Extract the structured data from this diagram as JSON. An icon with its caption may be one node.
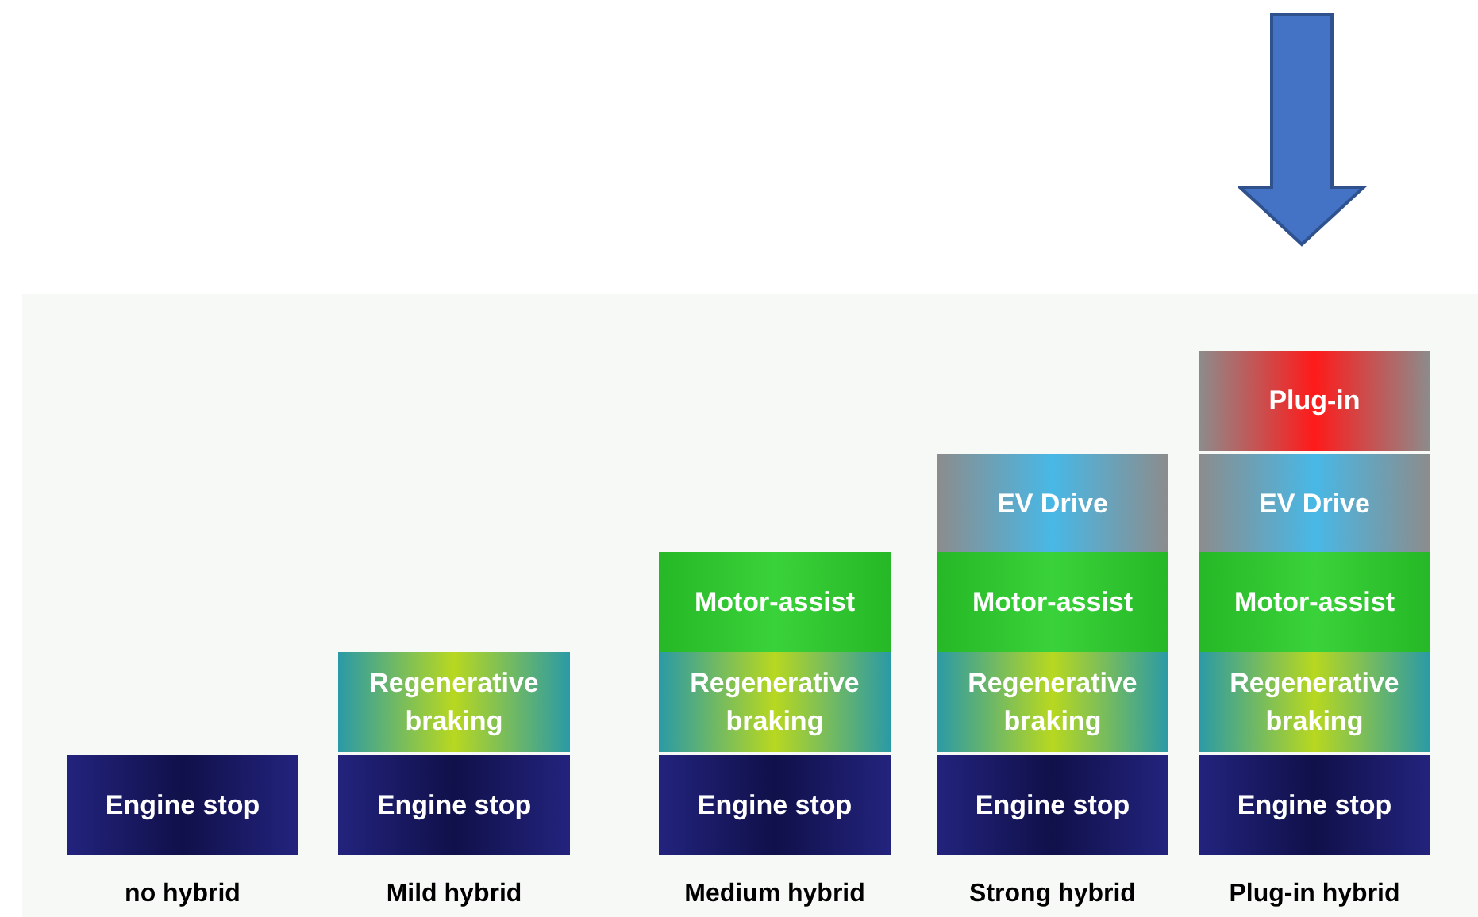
{
  "diagram": {
    "nodes": [
      {
        "text": [
          "Engine stop"
        ]
      },
      {
        "text": [
          "Regenerative braking"
        ]
      },
      {
        "text": [
          "Engine stop"
        ]
      },
      {
        "text": [
          "Motor-assist"
        ]
      },
      {
        "text": [
          "Regenerative braking"
        ]
      },
      {
        "text": [
          "Engine stop"
        ]
      },
      {
        "text": [
          "EV Drive"
        ]
      },
      {
        "text": [
          "Motor-assist"
        ]
      },
      {
        "text": [
          "Regenerative braking"
        ]
      },
      {
        "text": [
          "Engine stop"
        ]
      },
      {
        "text": [
          "Plug-in"
        ]
      },
      {
        "text": [
          "EV Drive"
        ]
      },
      {
        "text": [
          "Motor-assist"
        ]
      },
      {
        "text": [
          "Regenerative braking"
        ]
      },
      {
        "text": [
          "Engine stop"
        ]
      }
    ],
    "labels": [
      "no hybrid",
      "Mild hybrid",
      "Medium hybrid",
      "Strong hybrid",
      "Plug-in hybrid"
    ]
  }
}
